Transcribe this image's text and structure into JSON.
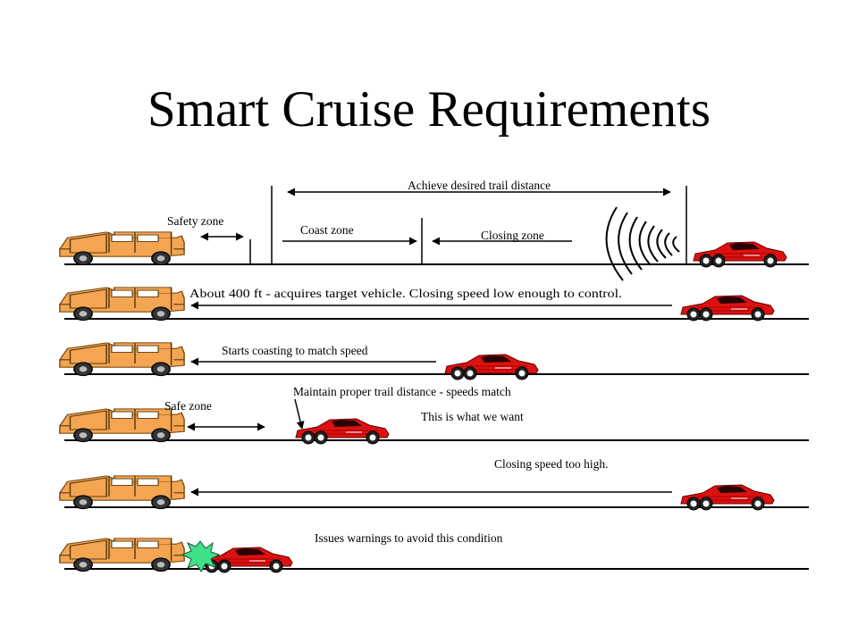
{
  "slide": {
    "title": "Smart Cruise Requirements"
  },
  "labels": {
    "trail": "Achieve desired trail distance",
    "safety_zone": "Safety zone",
    "coast_zone": "Coast zone",
    "closing_zone": "Closing zone",
    "acquire": "About 400 ft - acquires target vehicle.  Closing speed low enough to control.",
    "coasting": "Starts coasting to match speed",
    "maintain": "Maintain proper trail distance - speeds match",
    "safe_zone": "Safe zone",
    "want": "This is what we want",
    "too_high": "Closing speed too high.",
    "warnings": "Issues warnings to avoid this condition"
  },
  "colors": {
    "truck": "#f4a552",
    "car": "#dd1111",
    "crash": "#3fe08a"
  }
}
